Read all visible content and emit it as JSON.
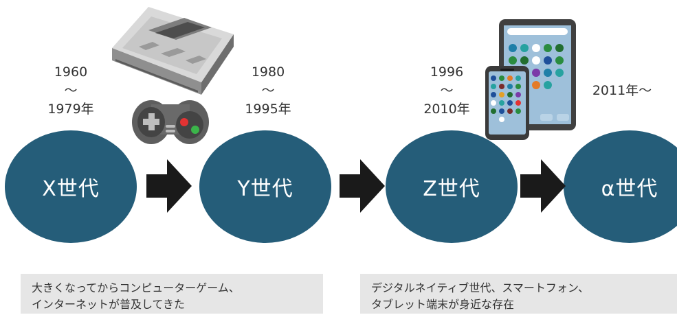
{
  "generations": [
    {
      "label": "X世代",
      "years": {
        "start": "1960",
        "sep": "〜",
        "end": "1979年"
      }
    },
    {
      "label": "Y世代",
      "years": {
        "start": "1980",
        "sep": "〜",
        "end": "1995年"
      }
    },
    {
      "label": "Z世代",
      "years": {
        "start": "1996",
        "sep": "〜",
        "end": "2010年"
      }
    },
    {
      "label": "α世代",
      "years": {
        "start": "2011年〜"
      }
    }
  ],
  "notes": {
    "xy": {
      "line1": "大きくなってからコンピューターゲーム、",
      "line2": "インターネットが普及してきた"
    },
    "za": {
      "line1": "デジタルネイティブ世代、スマートフォン、",
      "line2": "タブレット端末が身近な存在"
    }
  },
  "colors": {
    "circle": "#255d79",
    "arrow": "#1a1a1a",
    "note_bg": "#e6e6e6"
  },
  "icons": [
    "game-console-icon",
    "gamepad-icon",
    "tablet-icon",
    "smartphone-icon"
  ]
}
